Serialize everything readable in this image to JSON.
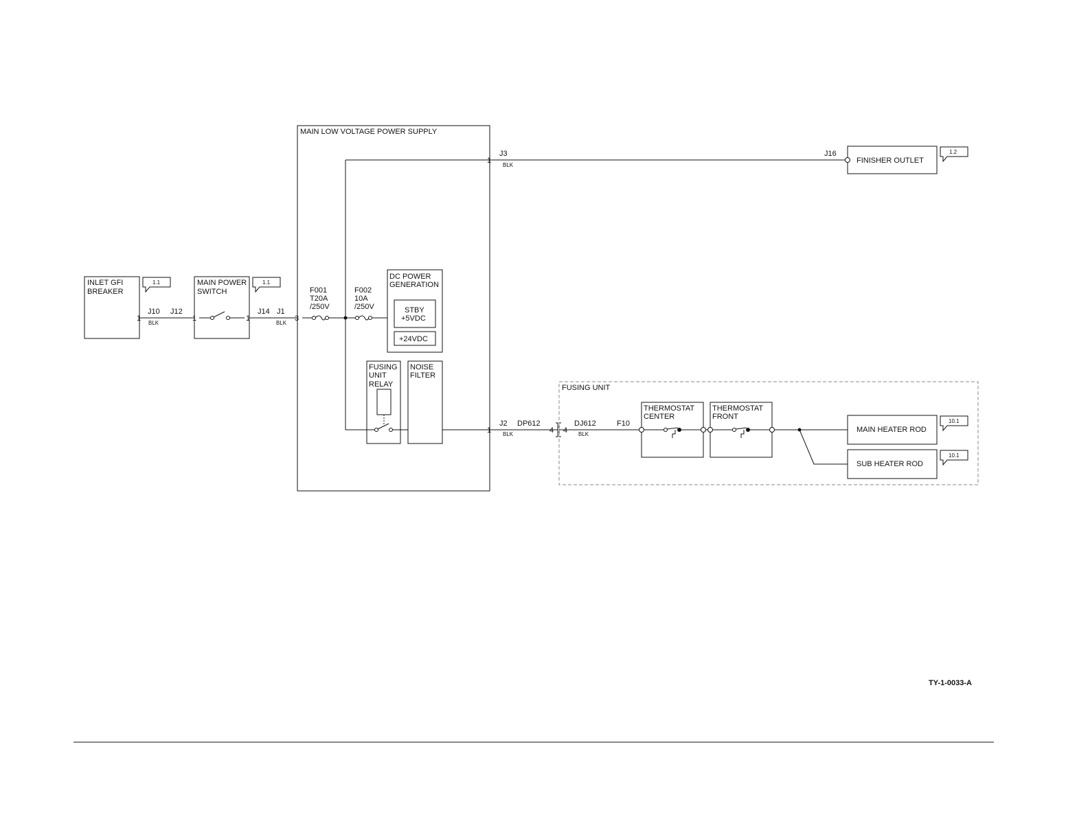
{
  "blocks": {
    "inlet_gfi_breaker": {
      "line1": "INLET GFI",
      "line2": "BREAKER",
      "ref": "1.1"
    },
    "main_power_switch": {
      "line1": "MAIN POWER",
      "line2": "SWITCH",
      "ref": "1.1"
    },
    "main_lvps": {
      "title": "MAIN LOW VOLTAGE POWER SUPPLY"
    },
    "dc_power_generation": {
      "line1": "DC POWER",
      "line2": "GENERATION",
      "stby_line1": "STBY",
      "stby_line2": "+5VDC",
      "v24": "+24VDC"
    },
    "fusing_unit_relay": {
      "line1": "FUSING",
      "line2": "UNIT",
      "line3": "RELAY"
    },
    "noise_filter": {
      "line1": "NOISE",
      "line2": "FILTER"
    },
    "finisher_outlet": {
      "label": "FINISHER OUTLET",
      "ref": "1.2"
    },
    "fusing_unit": {
      "title": "FUSING UNIT"
    },
    "thermostat_center": {
      "line1": "THERMOSTAT",
      "line2": "CENTER"
    },
    "thermostat_front": {
      "line1": "THERMOSTAT",
      "line2": "FRONT"
    },
    "main_heater_rod": {
      "label": "MAIN HEATER ROD",
      "ref": "10.1"
    },
    "sub_heater_rod": {
      "label": "SUB HEATER ROD",
      "ref": "10.1"
    }
  },
  "fuses": {
    "f001": {
      "name": "F001",
      "rating1": "T20A",
      "rating2": "/250V"
    },
    "f002": {
      "name": "F002",
      "rating1": "10A",
      "rating2": "/250V"
    }
  },
  "connectors": {
    "j10": "J10",
    "j12": "J12",
    "j14": "J14",
    "j1": "J1",
    "j3": "J3",
    "j16": "J16",
    "j2": "J2",
    "dp612": "DP612",
    "dj612": "DJ612",
    "f10": "F10"
  },
  "pins": {
    "inlet_out": "1",
    "switch_in": "1",
    "switch_out": "1",
    "lvps_in": "3",
    "j3_pin": "1",
    "j2_pin": "1",
    "dp612_pin": "4",
    "dj612_pin": "4"
  },
  "wire_color": "BLK",
  "doc_id": "TY-1-0033-A"
}
